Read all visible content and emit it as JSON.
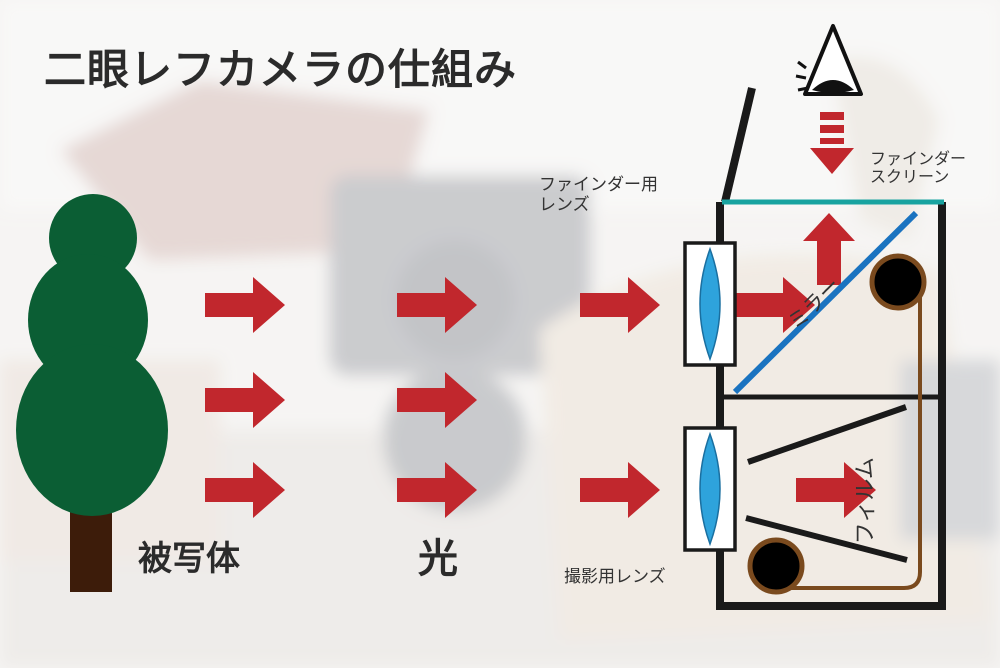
{
  "title": "二眼レフカメラの仕組み",
  "labels": {
    "subject": "被写体",
    "light": "光",
    "viewfinder_lens_line1": "ファインダー用",
    "viewfinder_lens_line2": "レンズ",
    "taking_lens": "撮影用レンズ",
    "finder_screen_line1": "ファインダー",
    "finder_screen_line2": "スクリーン",
    "mirror": "ミラー",
    "film": "フィルム"
  },
  "colors": {
    "arrow": "#c1272d",
    "tree_foliage": "#0b5e34",
    "tree_trunk": "#3d1c0a",
    "lens": "#2ea3dc",
    "mirror": "#1a73c0",
    "screen": "#18a3a0",
    "film": "#7a4a1e",
    "outline": "#1a1a1a"
  }
}
